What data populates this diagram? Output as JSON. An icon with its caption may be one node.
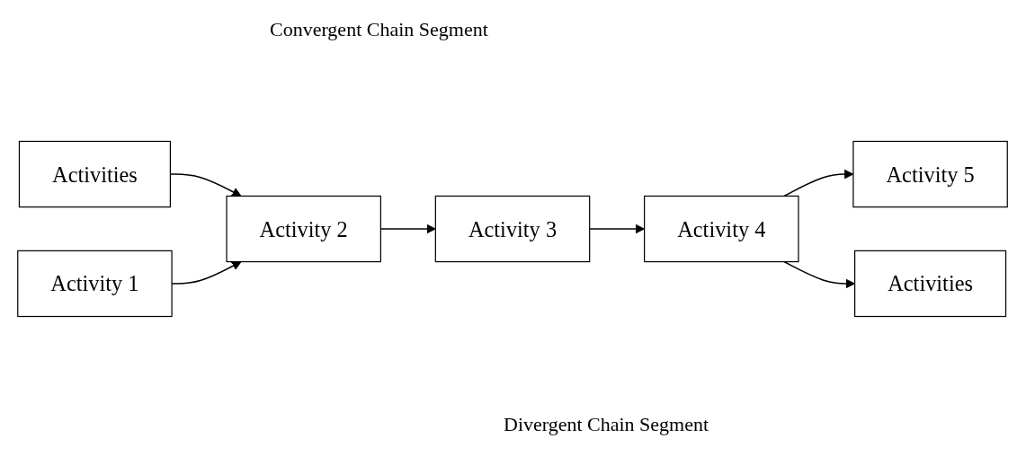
{
  "diagram": {
    "nodes": [
      {
        "text": [
          "Activities"
        ]
      },
      {
        "text": [
          "Activity 1"
        ]
      },
      {
        "text": [
          "Activity 2"
        ]
      },
      {
        "text": [
          "Activity 3"
        ]
      },
      {
        "text": [
          "Activity 4"
        ]
      },
      {
        "text": [
          "Activity 5"
        ]
      },
      {
        "text": [
          "Activities"
        ]
      }
    ],
    "edges": [
      {
        "from": 0,
        "to": 2,
        "arrow": "to"
      },
      {
        "from": 1,
        "to": 2,
        "arrow": "to"
      },
      {
        "from": 2,
        "to": 3,
        "arrow": "to"
      },
      {
        "from": 3,
        "to": 4,
        "arrow": "to"
      },
      {
        "from": 4,
        "to": 5,
        "arrow": "to"
      },
      {
        "from": 4,
        "to": 6,
        "arrow": "to"
      }
    ],
    "labels": [
      "Convergent Chain Segment",
      "Divergent Chain Segment"
    ]
  }
}
